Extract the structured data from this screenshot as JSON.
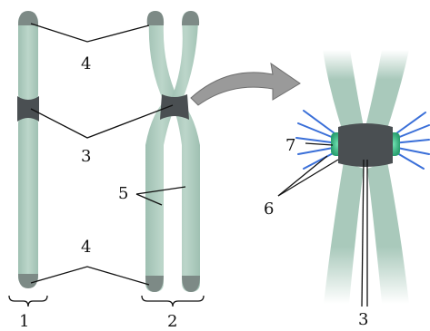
{
  "labels": {
    "chromatid_left": "1",
    "replicated_chromosome": "2",
    "centromere_mid": "3",
    "centromere_zoom": "3",
    "telomere_top": "4",
    "telomere_bottom": "4",
    "sister_chromatids": "5",
    "kinetochore_zoom": "6",
    "microtubules_zoom": "7"
  },
  "colors": {
    "chromatid": "#a9c9bb",
    "chromatid_edge": "#8fb3a4",
    "telomere": "#7d8a86",
    "centromere": "#4a4f52",
    "kinetochore": "#3dbb8a",
    "spindle": "#3a6fd8",
    "arrow": "#9a9a9a",
    "line": "#111111"
  }
}
